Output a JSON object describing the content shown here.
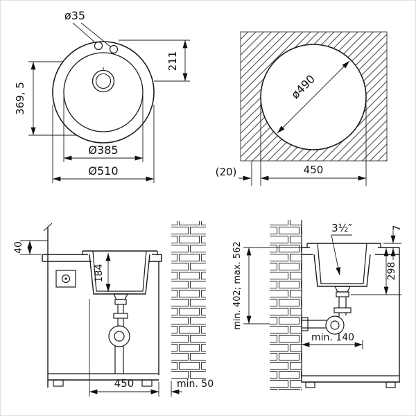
{
  "colors": {
    "ink": "#1a1a1a",
    "background": "#ffffff"
  },
  "drawing": {
    "plan": {
      "faucet_hole_dia": "ø35",
      "hole_to_drain": "211",
      "front_depth": "369, 5",
      "bowl_dia": "Ø385",
      "outer_dia": "Ø510"
    },
    "cutout": {
      "hole_dia": "ø490",
      "edge_gap": "(20)",
      "width": "450"
    },
    "section_left": {
      "overhang": "40",
      "bowl_depth": "184",
      "width": "450",
      "wall_gap": "min. 50"
    },
    "section_right": {
      "drain_thread": "3½″",
      "rim_height": "7",
      "outlet_depth": "298",
      "drain_range": "min. 402; max. 562",
      "wall_distance": "min. 140"
    }
  }
}
